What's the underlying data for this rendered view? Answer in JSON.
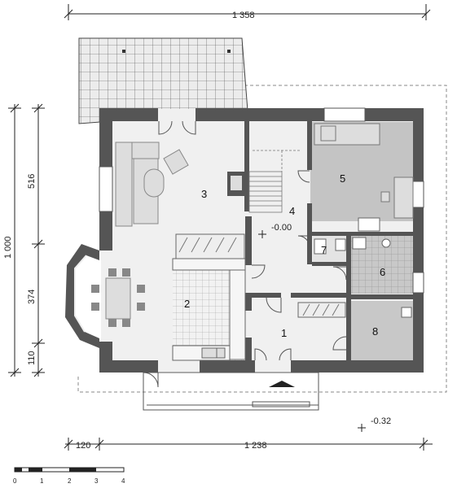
{
  "dimensions": {
    "top_total": "1 358",
    "bottom_left": "120",
    "bottom_total": "1 238",
    "left_total": "1 000",
    "left_upper": "516",
    "left_middle": "374",
    "left_lower": "110"
  },
  "levels": {
    "floor": "-0.00",
    "exterior": "-0.32"
  },
  "rooms": [
    "1",
    "2",
    "3",
    "4",
    "5",
    "6",
    "7",
    "8"
  ],
  "scale_bar": {
    "ticks": [
      "0",
      "1",
      "2",
      "3",
      "4"
    ]
  },
  "colors": {
    "wall": "#555555",
    "floor": "#eeeeee",
    "wet_room": "#c4c4c4",
    "roof": "#e9e9e9"
  }
}
